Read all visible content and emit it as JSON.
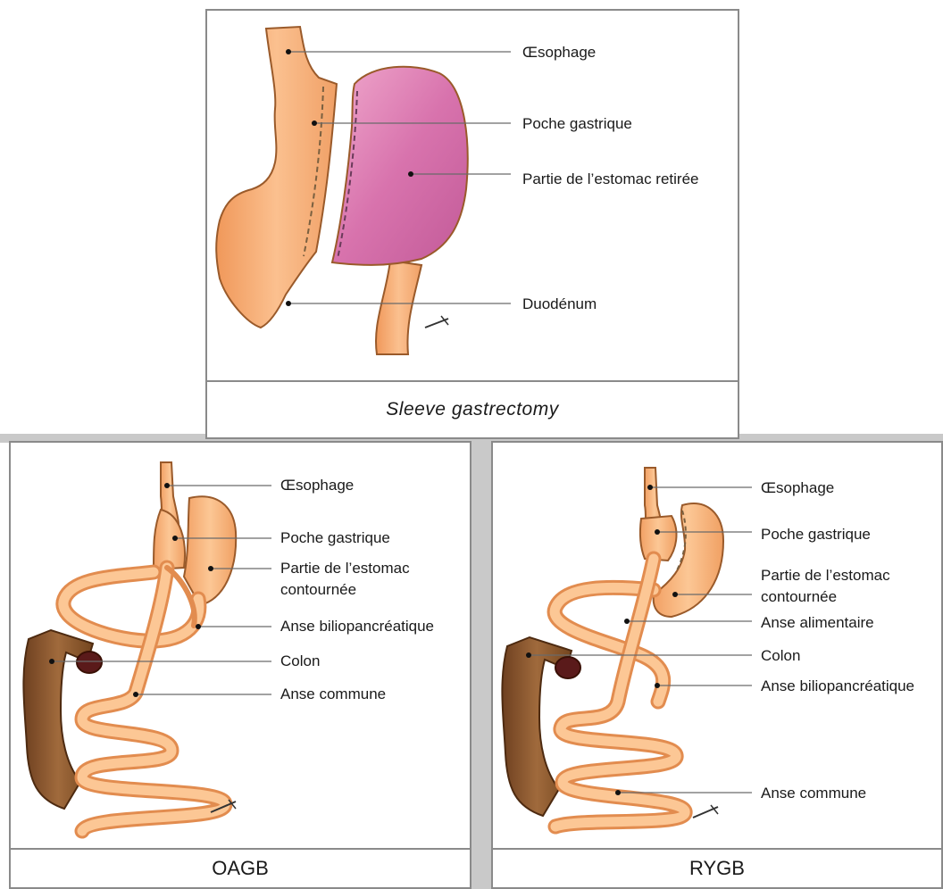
{
  "panels": {
    "sleeve": {
      "caption": "Sleeve gastrectomy",
      "labels": {
        "oesophage": "Œsophage",
        "poche": "Poche gastrique",
        "retiree": "Partie de l’estomac retirée",
        "duodenum": "Duodénum"
      }
    },
    "oagb": {
      "caption": "OAGB",
      "labels": {
        "oesophage": "Œsophage",
        "poche": "Poche gastrique",
        "contournee_1": "Partie de l’estomac",
        "contournee_2": "contournée",
        "anse_bilio": "Anse biliopancréatique",
        "colon": "Colon",
        "anse_commune": "Anse commune"
      }
    },
    "rygb": {
      "caption": "RYGB",
      "labels": {
        "oesophage": "Œsophage",
        "poche": "Poche gastrique",
        "contournee_1": "Partie de l’estomac",
        "contournee_2": "contournée",
        "anse_alimentaire": "Anse alimentaire",
        "colon": "Colon",
        "anse_bilio": "Anse biliopancréatique",
        "anse_commune": "Anse commune"
      }
    }
  },
  "colors": {
    "stomach": "#f6b078",
    "stomach_dark": "#e0894a",
    "removed": "#de7ab3",
    "colon": "#8f5a30",
    "border": "#8a8a8a",
    "separator": "#c9c9c9"
  }
}
